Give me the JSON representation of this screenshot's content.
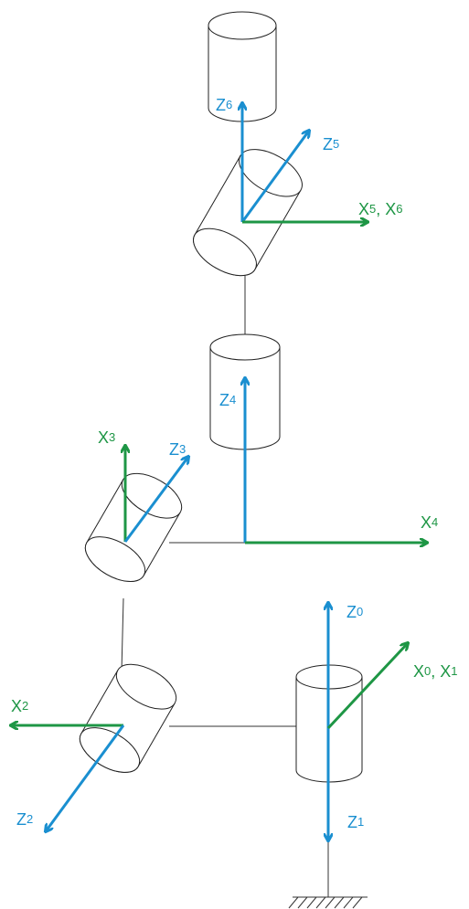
{
  "colors": {
    "z_axis": "#1a8fd0",
    "x_axis": "#1e9645"
  },
  "labels": {
    "z6": {
      "main": "Z",
      "sub": "6"
    },
    "z5": {
      "main": "Z",
      "sub": "5"
    },
    "x56": {
      "main1": "X",
      "sub1": "5",
      "sep": ", ",
      "main2": "X",
      "sub2": "6"
    },
    "z4": {
      "main": "Z",
      "sub": "4"
    },
    "x3": {
      "main": "X",
      "sub": "3"
    },
    "z3": {
      "main": "Z",
      "sub": "3"
    },
    "x4": {
      "main": "X",
      "sub": "4"
    },
    "z0": {
      "main": "Z",
      "sub": "0"
    },
    "x01": {
      "main1": "X",
      "sub1": "0",
      "sep": ", ",
      "main2": "X",
      "sub2": "1"
    },
    "x2": {
      "main": "X",
      "sub": "2"
    },
    "z2": {
      "main": "Z",
      "sub": "2"
    },
    "z1": {
      "main": "Z",
      "sub": "1"
    }
  }
}
